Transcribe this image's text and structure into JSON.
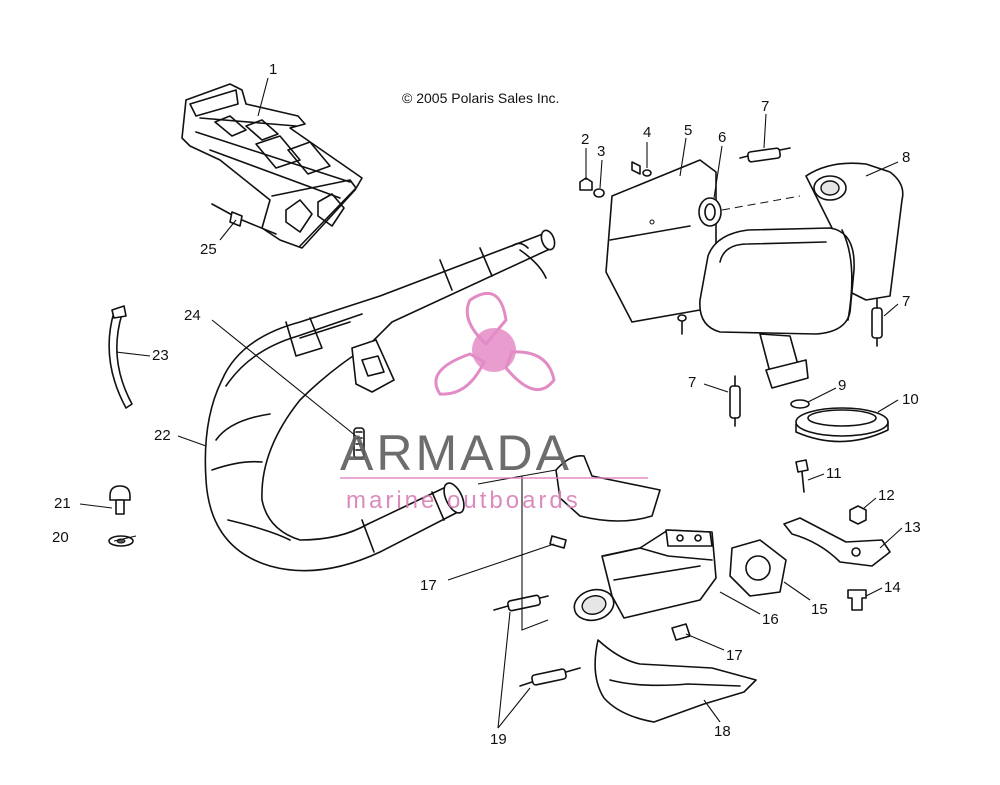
{
  "diagram": {
    "copyright": "© 2005 Polaris Sales Inc.",
    "callouts": [
      {
        "id": "1",
        "label": "1"
      },
      {
        "id": "2",
        "label": "2"
      },
      {
        "id": "3",
        "label": "3"
      },
      {
        "id": "4",
        "label": "4"
      },
      {
        "id": "5",
        "label": "5"
      },
      {
        "id": "6",
        "label": "6"
      },
      {
        "id": "7a",
        "label": "7"
      },
      {
        "id": "8",
        "label": "8"
      },
      {
        "id": "7b",
        "label": "7"
      },
      {
        "id": "7c",
        "label": "7"
      },
      {
        "id": "9",
        "label": "9"
      },
      {
        "id": "10",
        "label": "10"
      },
      {
        "id": "11",
        "label": "11"
      },
      {
        "id": "12",
        "label": "12"
      },
      {
        "id": "13",
        "label": "13"
      },
      {
        "id": "14",
        "label": "14"
      },
      {
        "id": "15",
        "label": "15"
      },
      {
        "id": "16",
        "label": "16"
      },
      {
        "id": "17a",
        "label": "17"
      },
      {
        "id": "17b",
        "label": "17"
      },
      {
        "id": "18",
        "label": "18"
      },
      {
        "id": "19",
        "label": "19"
      },
      {
        "id": "20",
        "label": "20"
      },
      {
        "id": "21",
        "label": "21"
      },
      {
        "id": "22",
        "label": "22"
      },
      {
        "id": "23",
        "label": "23"
      },
      {
        "id": "24",
        "label": "24"
      },
      {
        "id": "25",
        "label": "25"
      }
    ]
  },
  "watermark": {
    "brand": "ARMADA",
    "tagline": "marine outboards",
    "logo_icon": "propeller-logo-icon",
    "color_pink": "#e07fbf",
    "color_gray": "#5e5e5e"
  }
}
